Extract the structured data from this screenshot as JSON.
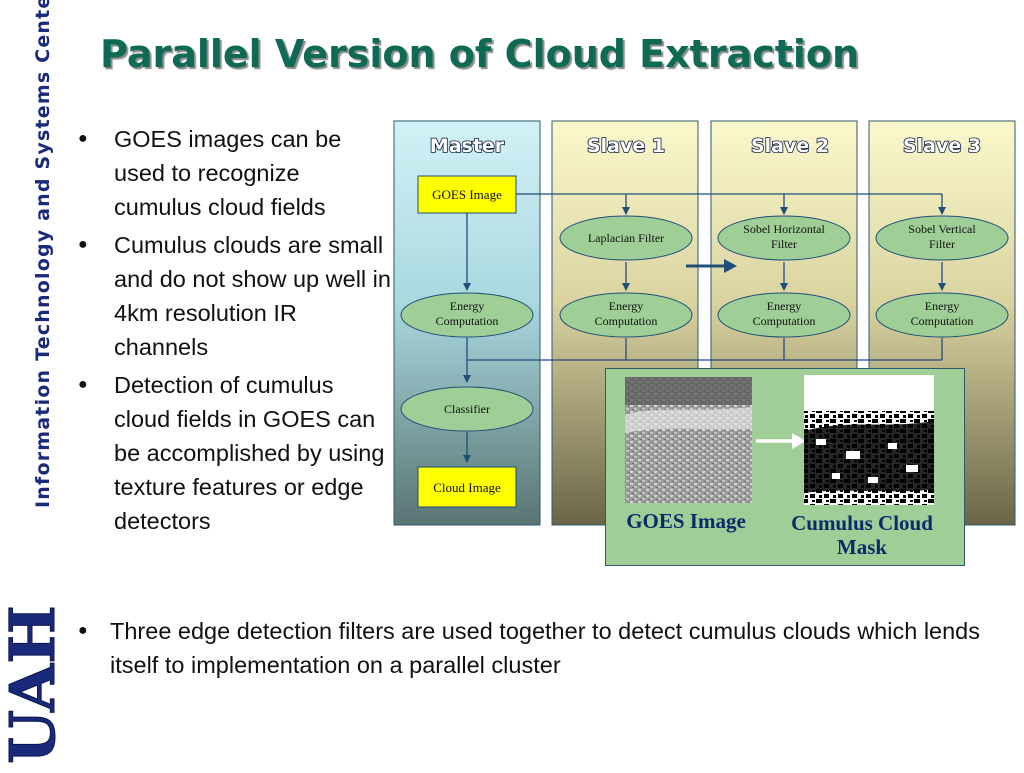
{
  "sidebar": {
    "vertical_text": "Information Technology and Systems Center",
    "logo": "UAH"
  },
  "title": "Parallel Version of Cloud Extraction",
  "bullets": [
    "GOES images can be used to recognize cumulus cloud fields",
    "Cumulus clouds are small and do not show up well in 4km resolution IR channels",
    "Detection of cumulus cloud fields in GOES can be accomplished by using texture features or edge detectors"
  ],
  "bottom_bullet": "Three edge detection filters are used together to detect cumulus clouds which lends itself to implementation on a parallel cluster",
  "diagram": {
    "columns": [
      "Master",
      "Slave 1",
      "Slave 2",
      "Slave 3"
    ],
    "nodes": {
      "goes_image": "GOES Image",
      "master_energy": "Energy Computation",
      "classifier": "Classifier",
      "cloud_image": "Cloud Image",
      "laplacian": "Laplacian Filter",
      "slave1_energy": "Energy Computation",
      "sobel_h": "Sobel Horizontal Filter",
      "slave2_energy": "Energy Computation",
      "sobel_v": "Sobel Vertical Filter",
      "slave3_energy": "Energy Computation"
    },
    "inset": {
      "left_caption": "GOES Image",
      "right_caption": "Cumulus Cloud Mask"
    }
  },
  "colors": {
    "title": "#0e6a55",
    "sidebar_text": "#1a2a7a",
    "master_top": "#cdeef4",
    "master_bottom": "#5f7a78",
    "slave_top": "#fbf7c8",
    "slave_bottom": "#6f6a4c",
    "box_yellow": "#ffff00",
    "ellipse_green": "#9fcf97",
    "arrow": "#1f4e79"
  }
}
